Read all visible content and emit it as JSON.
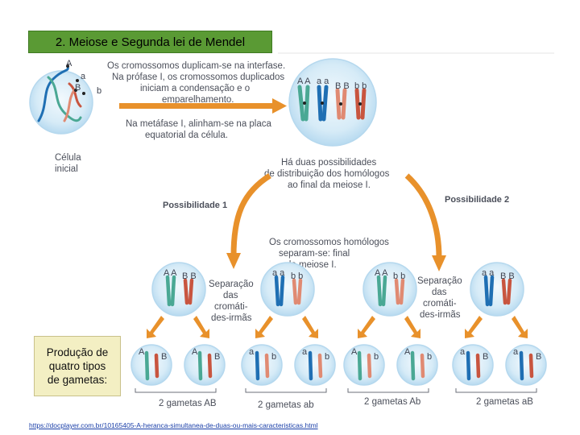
{
  "title": "2. Meiose e Segunda lei de Mendel",
  "cell_label": [
    "Célula",
    "inicial"
  ],
  "interphase_text": [
    "Os cromossomos duplicam-se na interfase.",
    "Na prófase I, os cromossomos duplicados",
    "iniciam a condensação e o",
    "emparelhamento."
  ],
  "metaphase_text": [
    "Na metáfase I, alinham-se na placa",
    "equatorial da célula."
  ],
  "possibilities_text": [
    "Há duas possibilidades",
    "de distribuição dos homólogos",
    "ao final da meiose I."
  ],
  "possibility_1": "Possibilidade 1",
  "possibility_2": "Possibilidade 2",
  "homologs_text": [
    "Os cromossomos homólogos",
    "separam-se: final",
    "da meiose I."
  ],
  "separation_text": [
    "Separação",
    "das",
    "cromáti-",
    "des-irmãs"
  ],
  "allele_labels": {
    "A": "A",
    "a": "a",
    "B": "B",
    "b": "b",
    "AA": "A A",
    "aa": "a a",
    "BB": "B B",
    "bb": "b b"
  },
  "gametes_box": [
    "Produção de",
    "quatro tipos",
    "de gametas:"
  ],
  "gamete_labels": [
    "2 gametas AB",
    "2 gametas ab",
    "2 gametas Ab",
    "2 gametas aB"
  ],
  "source_url": "https://docplayer.com.br/10165405-A-heranca-simultanea-de-duas-ou-mais-caracteristicas.html",
  "colors": {
    "title_bg": "#5a9a34",
    "cell_fill": "#cfe6f5",
    "arrow": "#e8912b",
    "chrom_blue": "#1f6fb3",
    "chrom_teal": "#4aa894",
    "chrom_red": "#c8553f",
    "chrom_salmon": "#e08a72",
    "box_bg": "#f3efc3"
  }
}
